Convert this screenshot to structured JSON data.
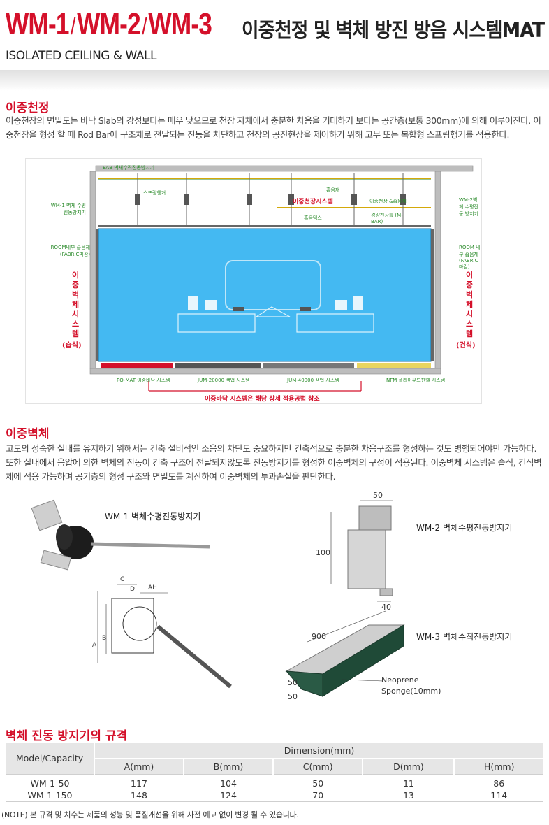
{
  "header": {
    "code_1": "WM-1",
    "code_2": "WM-2",
    "code_3": "WM-3",
    "separator": "/",
    "title_kr": "이중천정 및 벽체 방진 방음 시스템MAT",
    "subtitle": "ISOLATED CEILING & WALL"
  },
  "section1": {
    "heading": "이중천정",
    "paragraph": "이중천장의 면밀도는 바닥 Slab의 강성보다는 매우 낮으므로 천장 자체에서 충분한 차음을 기대하기 보다는 공간층(보통 300mm)에 의해 이루어진다. 이중천장을 형성 할 때 Rod Bar에 구조체로 전달되는 진동을 차단하고 천장의 공진현상을 제어하기 위해 고무 또는 복합형 스프링행거를 적용한다."
  },
  "diagram": {
    "labels": {
      "eab": "EAB 벽체수직진동방지기",
      "spring_hanger": "스프링행거",
      "wm1": "WM-1 벽체 수평진동방지기",
      "room_fabric_left": "ROOM내부 흡음재 (FABRIC마감)",
      "absorb": "흡음재",
      "ceiling_system": "이중천장시스템",
      "ceiling_abs": "이중천장 &흡음재",
      "wm2": "WM-2벽체 수평진동 방지기",
      "absorb_tex": "흡음텍스",
      "light_ceiling": "경량천장틀 (M-BAR)",
      "room_fabric_right": "ROOM 내부 흡음재 (FABRIC마감)",
      "po_mat": "PO-MAT 이중바닥 시스템",
      "jum20000": "JUM-20000 잭업 시스템",
      "jum40000": "JUM-40000 잭업 시스템",
      "nfm": "NFM 플라이우드판넬 시스템",
      "floor_note": "이중바닥 시스템은 해당 상세 적용공법 참조",
      "wall_left_chars": [
        "이",
        "중",
        "벽",
        "체",
        "시",
        "스",
        "템"
      ],
      "wall_left_suffix": "(습식)",
      "wall_right_chars": [
        "이",
        "중",
        "벽",
        "체",
        "시",
        "스",
        "템"
      ],
      "wall_right_suffix": "(건식)"
    }
  },
  "section2": {
    "heading": "이중벽체",
    "paragraph": "고도의 정숙한 실내를 유지하기 위해서는 건축 설비적인 소음의 차단도 중요하지만 건축적으로 충분한 차음구조를 형성하는 것도 병행되어야만 가능하다. 또한 실내에서 음압에 의한 벽체의 진동이 건축 구조에 전달되지않도록 진동방지기를 형성한 이중벽체의 구성이 적용된다. 이중벽체 시스템은 습식, 건식벽체에 적용 가능하며 공기층의 형성 구조와 면밀도를 계산하여 이중벽체의 투과손실을 판단한다."
  },
  "products": {
    "wm1_label": "WM-1  벽체수평진동방지기",
    "wm2_label": "WM-2  벽체수평진동방지기",
    "wm3_label": "WM-3  벽체수직진동방지기",
    "wm1_dims": {
      "c": "C",
      "d": "D",
      "ah": "AH",
      "a": "A",
      "b": "B"
    },
    "wm2_dims": {
      "top": "50",
      "side": "100",
      "bottom": "40"
    },
    "wm3_dims": {
      "length": "900",
      "h1": "50",
      "h2": "50",
      "material": "Neoprene",
      "material2": "Sponge(10mm)"
    }
  },
  "spec": {
    "heading": "벽체 진동 방지기의 규격",
    "model_header": "Model/Capacity",
    "dimension_header": "Dimension(mm)",
    "columns": [
      "A(mm)",
      "B(mm)",
      "C(mm)",
      "D(mm)",
      "H(mm)"
    ],
    "rows": [
      {
        "model": "WM-1-50",
        "values": [
          "117",
          "104",
          "50",
          "11",
          "86"
        ]
      },
      {
        "model": "WM-1-150",
        "values": [
          "148",
          "124",
          "70",
          "13",
          "114"
        ]
      }
    ],
    "note": "(NOTE) 본 규격 및 치수는 제품의 성능 및 품질개선을 위해 사전 예고 없이 변경 될 수 있습니다."
  }
}
